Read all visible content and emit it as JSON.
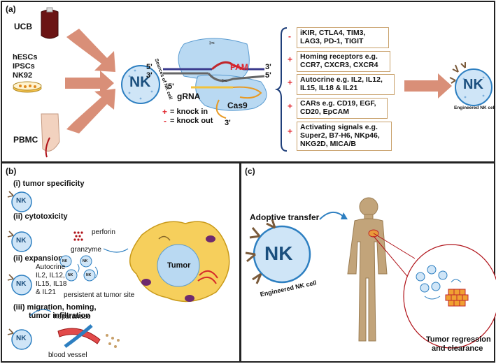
{
  "panel_a": {
    "label": "(a)",
    "sources": {
      "ucb": "UCB",
      "cell_lines": [
        "hESCs",
        "IPSCs",
        "NK92"
      ],
      "pbmc": "PBMC",
      "curved_label": "Sources of NK cell"
    },
    "nk_text": "NK",
    "crispr": {
      "pam": "PAM",
      "grna": "gRNA",
      "cas9": "Cas9",
      "five_prime": "5'",
      "three_prime": "3'",
      "knock_in": "= knock in",
      "knock_out": "= knock out"
    },
    "targets": [
      {
        "sign": "-",
        "text": [
          "iKIR, CTLA4, TIM3,",
          "LAG3, PD-1, TIGIT"
        ]
      },
      {
        "sign": "+",
        "text": [
          "Homing receptors e.g.",
          "CCR7, CXCR3, CXCR4"
        ]
      },
      {
        "sign": "+",
        "text": [
          "Autocrine e.g. IL2, IL12,",
          "IL15, IL18 & IL21"
        ]
      },
      {
        "sign": "+",
        "text": [
          "CARs e.g. CD19, EGF,",
          "CD20, EpCAM"
        ]
      },
      {
        "sign": "+",
        "text": [
          "Activating signals e.g.",
          "Super2, B7-H6, NKp46,",
          "NKG2D, MICA/B"
        ]
      }
    ],
    "engineered_label": "Engineered NK cell"
  },
  "panel_b": {
    "label": "(b)",
    "tumor_specificity": "(i) tumor specificity",
    "cytotoxicity": "(ii) cytotoxicity",
    "perforin": "perforin",
    "granzyme": "granzyme",
    "expansion": "(ii) expansion",
    "autocrine": [
      "Autocrine",
      "IL2, IL12,",
      "IL15, IL18",
      "& IL21"
    ],
    "persistent": "persistent at tumor site",
    "tumor": "Tumor",
    "migration": [
      "(iii) migration, homing,",
      "tumor infiltration"
    ],
    "heparanase": "heparanase",
    "blood_vessel": "blood vessel",
    "nk_text": "NK",
    "small_nk_text": "NK"
  },
  "panel_c": {
    "label": "(c)",
    "adoptive_transfer": "Adoptive transfer",
    "nk_text": "NK",
    "engineered_label": "Engineered NK cell",
    "regression": [
      "Tumor regression",
      "and clearance"
    ]
  },
  "colors": {
    "nk_fill": "#cfe5f7",
    "nk_stroke": "#2d7fc1",
    "arrow": "#d98f78",
    "red": "#e0242c",
    "box_border": "#c8a06a",
    "tumor_cell": "#f6cf5c",
    "body_skin": "#c2a47a"
  }
}
